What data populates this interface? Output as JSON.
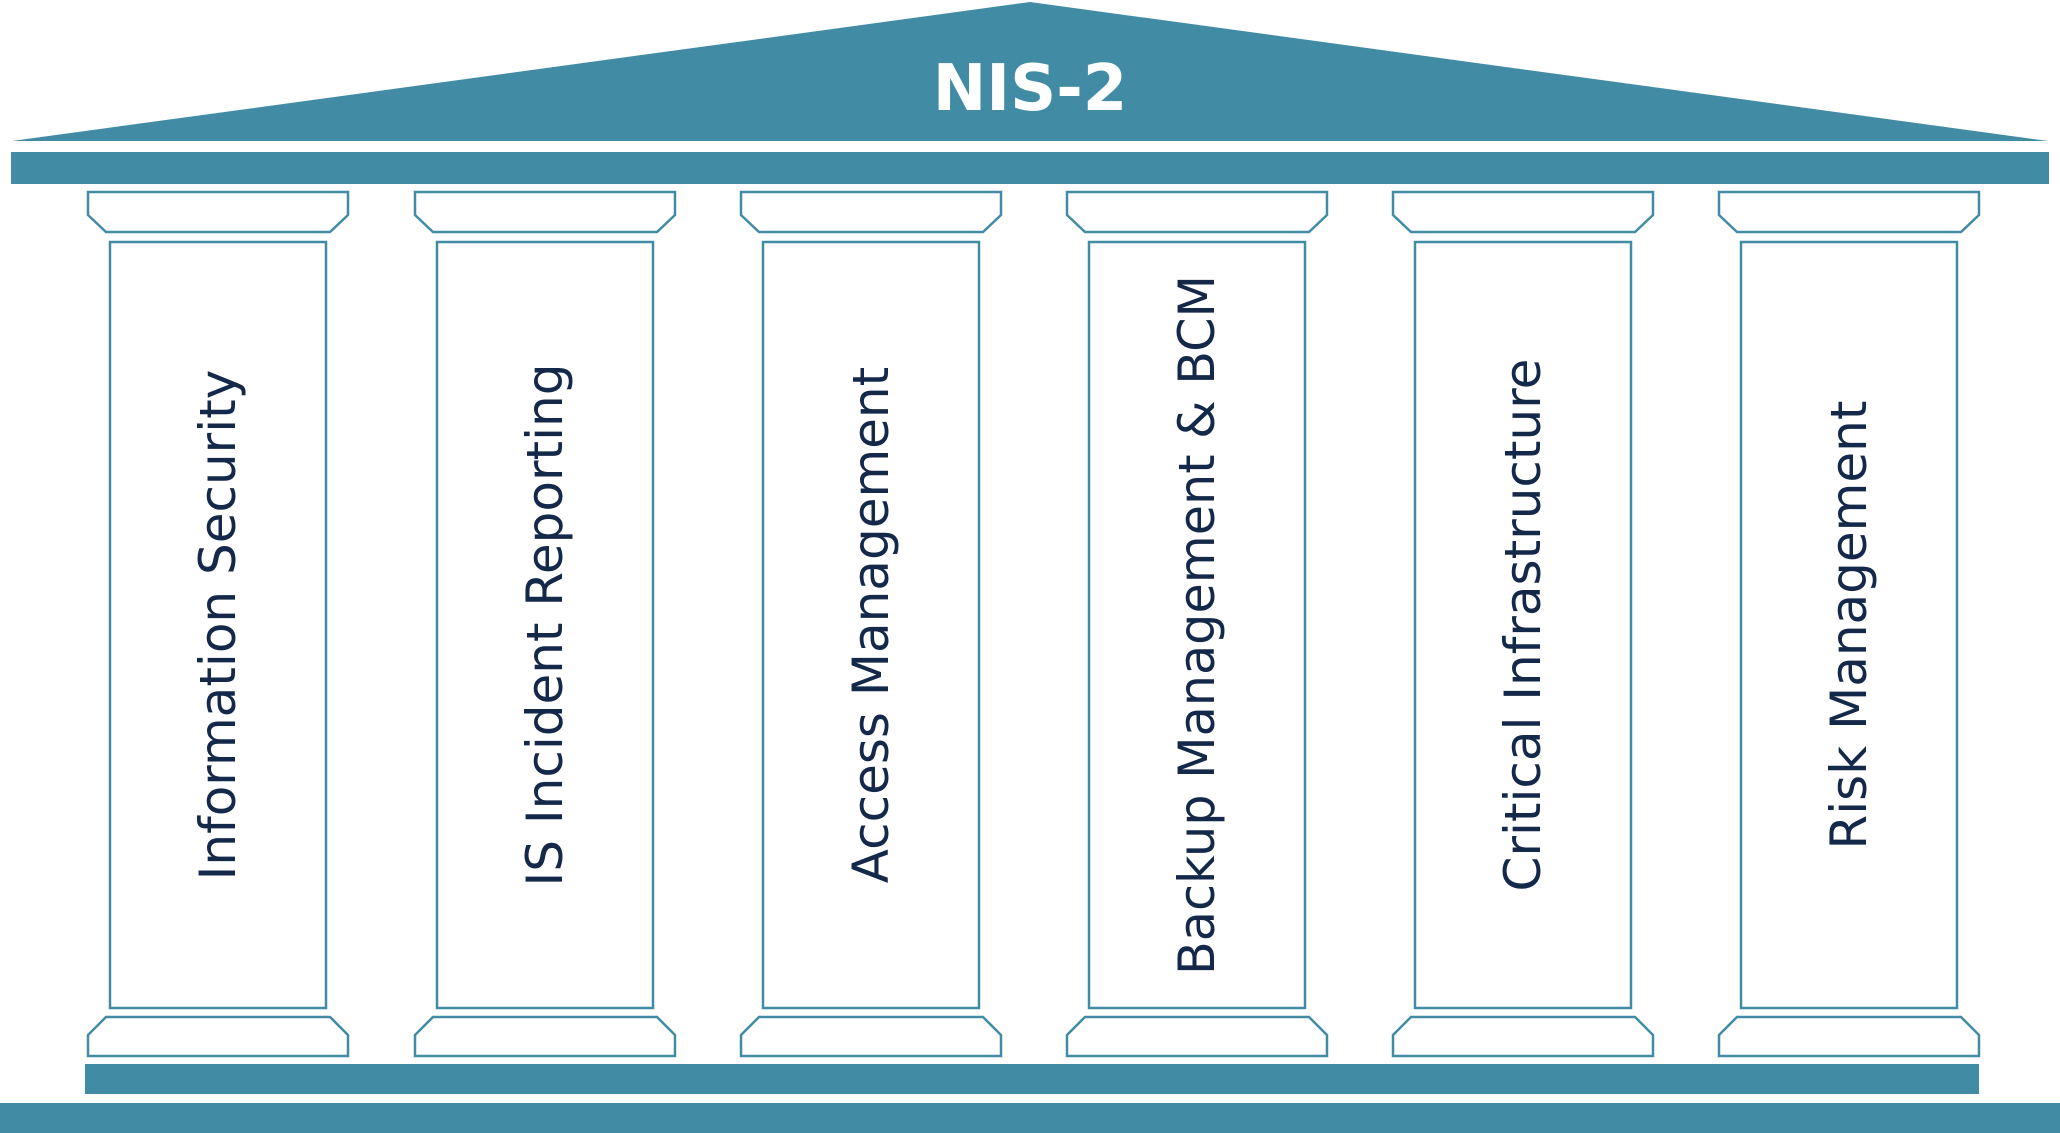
{
  "title": "NIS-2",
  "colors": {
    "teal": "#418ca4",
    "outline": "#418ca4",
    "text": "#14284a",
    "background": "#ffffff"
  },
  "pillars": [
    {
      "label": "Information Security"
    },
    {
      "label": "IS Incident Reporting"
    },
    {
      "label": "Access Management"
    },
    {
      "label": "Backup Management & BCM"
    },
    {
      "label": "Critical Infrastructure"
    },
    {
      "label": "Risk Management"
    }
  ]
}
